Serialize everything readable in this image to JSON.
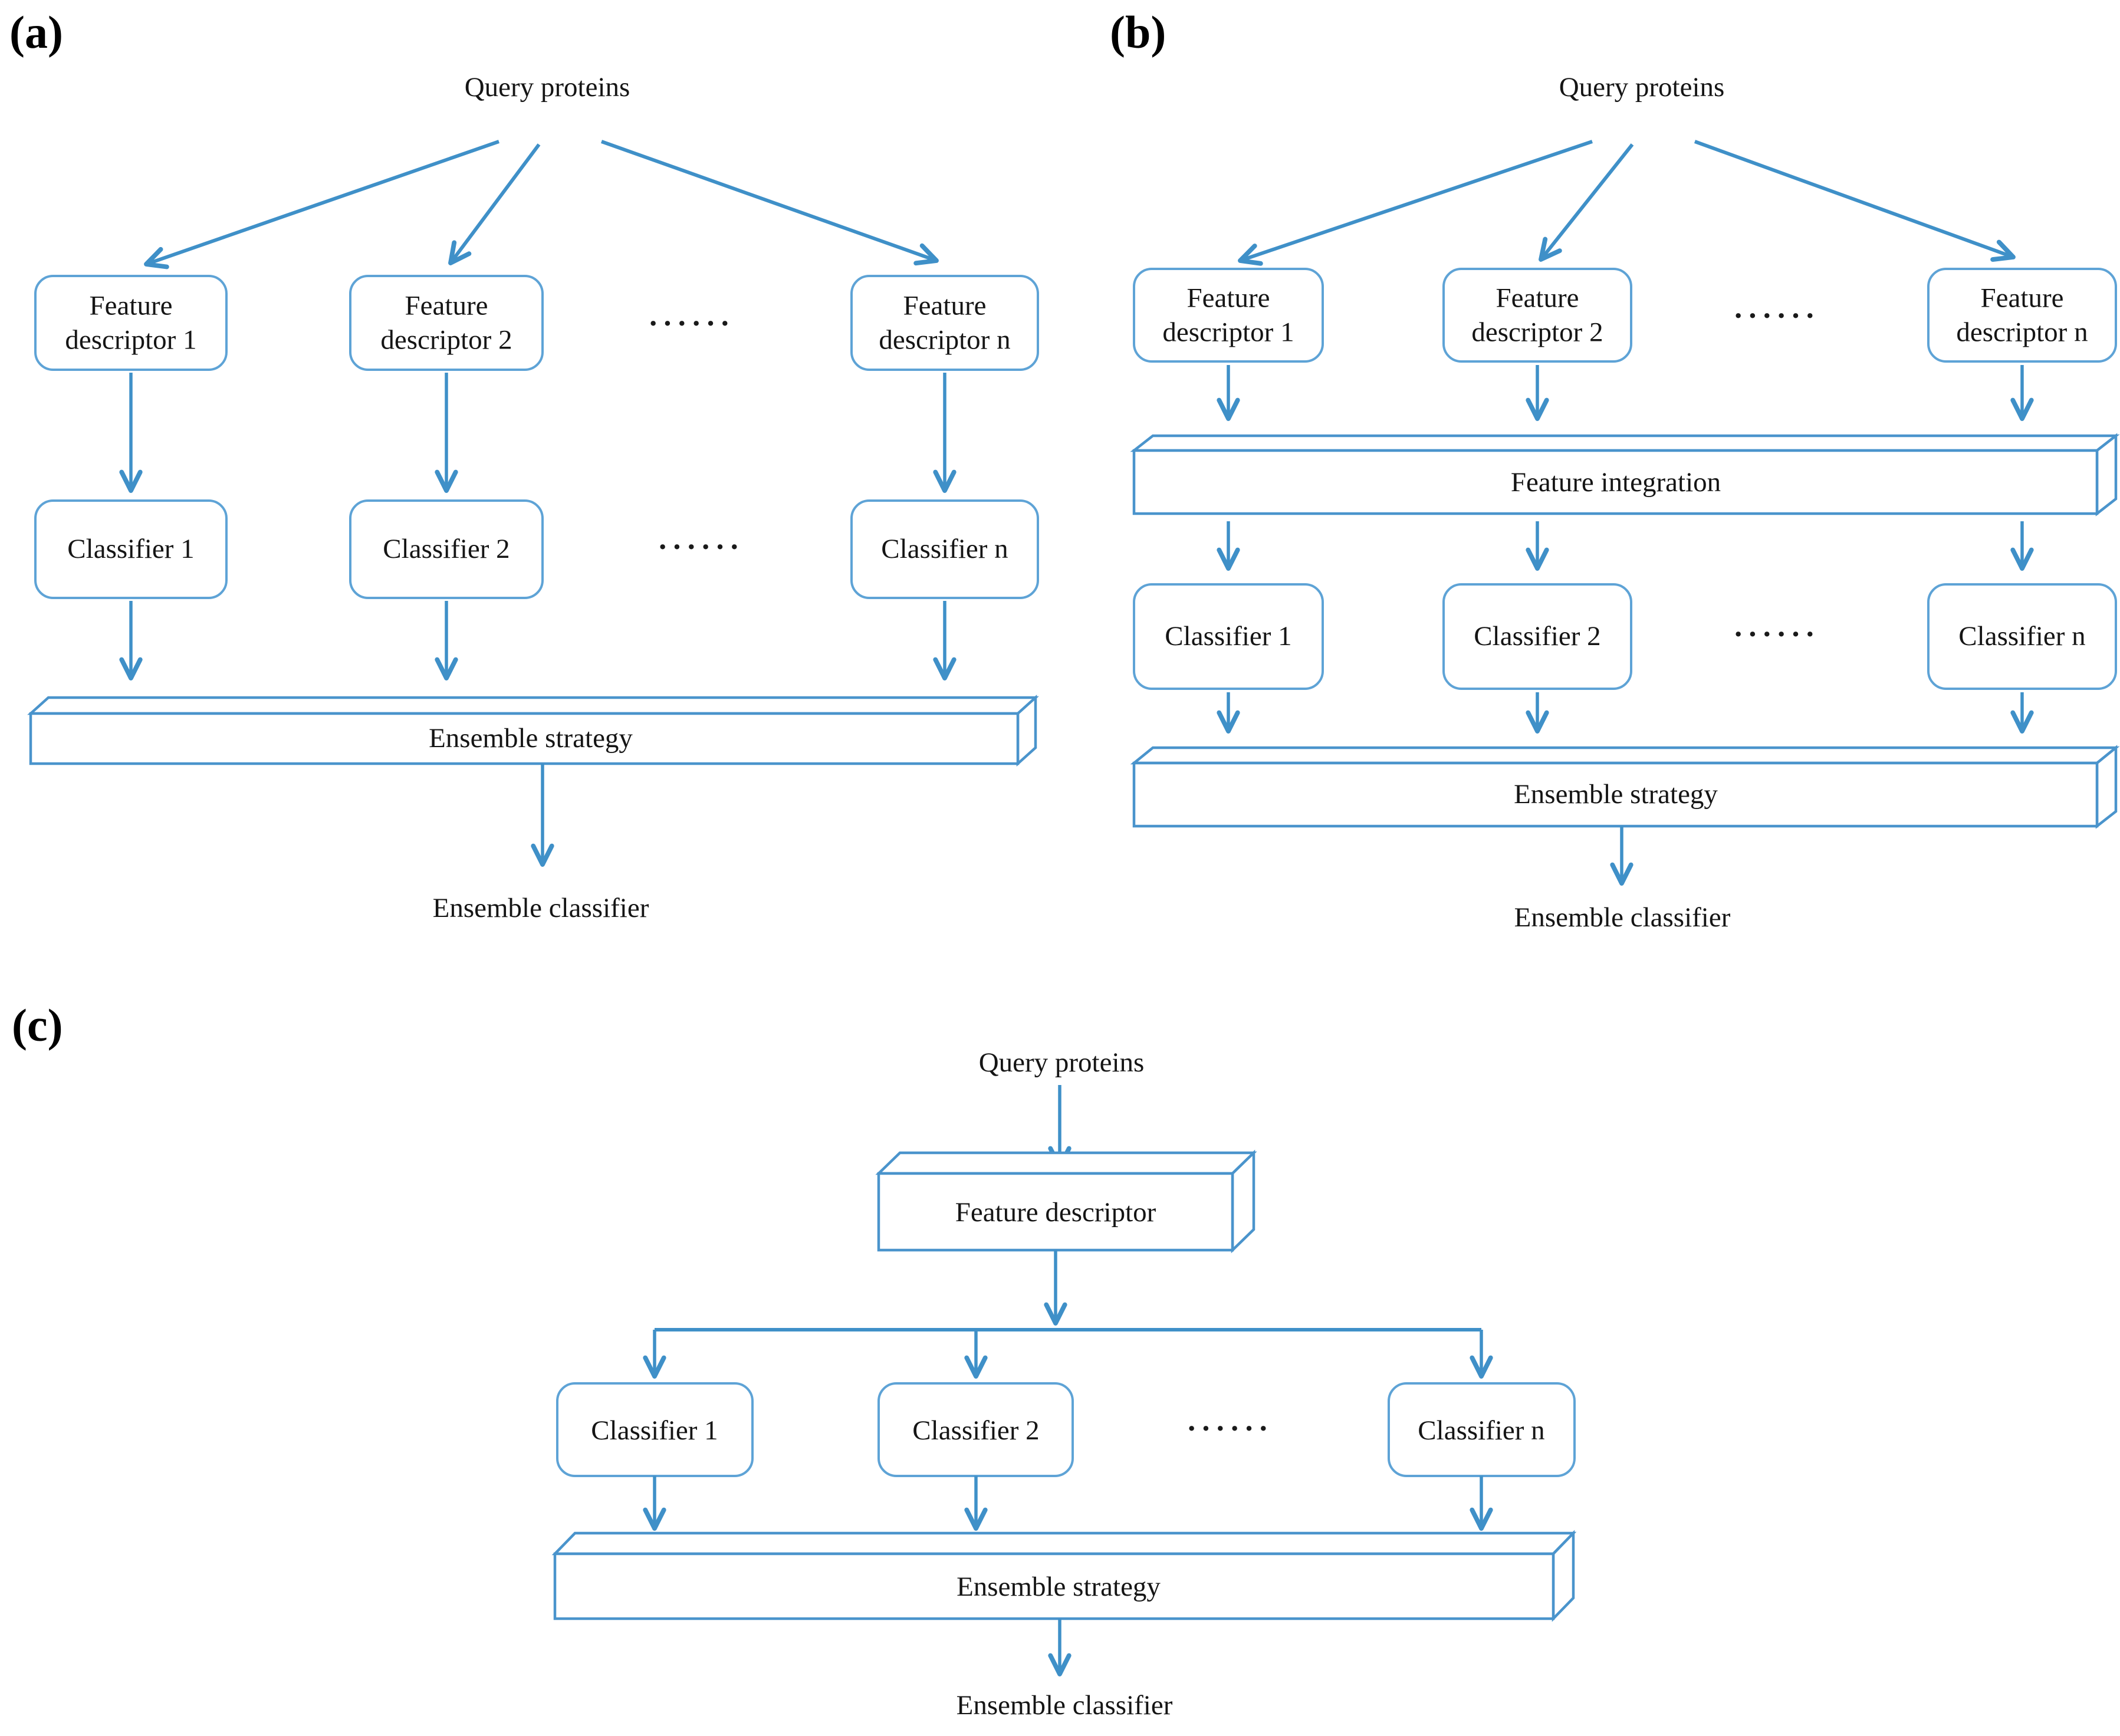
{
  "figure": {
    "description_dots": "······"
  },
  "dots": "······",
  "colors": {
    "arrow": "#3f90c8",
    "box_border": "#5ea3d6",
    "bar_border": "#4a94cc",
    "text": "#151515",
    "label": "#000000"
  },
  "panel_a": {
    "label": "(a)",
    "query_proteins": "Query proteins",
    "feature_descriptor_1": "Feature descriptor 1",
    "feature_descriptor_2": "Feature descriptor 2",
    "feature_descriptor_n": "Feature descriptor n",
    "classifier_1": "Classifier 1",
    "classifier_2": "Classifier 2",
    "classifier_n": "Classifier n",
    "ensemble_strategy": "Ensemble strategy",
    "ensemble_classifier": "Ensemble classifier"
  },
  "panel_b": {
    "label": "(b)",
    "query_proteins": "Query proteins",
    "feature_descriptor_1": "Feature descriptor 1",
    "feature_descriptor_2": "Feature descriptor 2",
    "feature_descriptor_n": "Feature descriptor n",
    "feature_integration": "Feature integration",
    "classifier_1": "Classifier 1",
    "classifier_2": "Classifier 2",
    "classifier_n": "Classifier n",
    "ensemble_strategy": "Ensemble strategy",
    "ensemble_classifier": "Ensemble classifier"
  },
  "panel_c": {
    "label": "(c)",
    "query_proteins": "Query proteins",
    "feature_descriptor": "Feature descriptor",
    "classifier_1": "Classifier 1",
    "classifier_2": "Classifier 2",
    "classifier_n": "Classifier n",
    "ensemble_strategy": "Ensemble strategy",
    "ensemble_classifier": "Ensemble classifier"
  }
}
